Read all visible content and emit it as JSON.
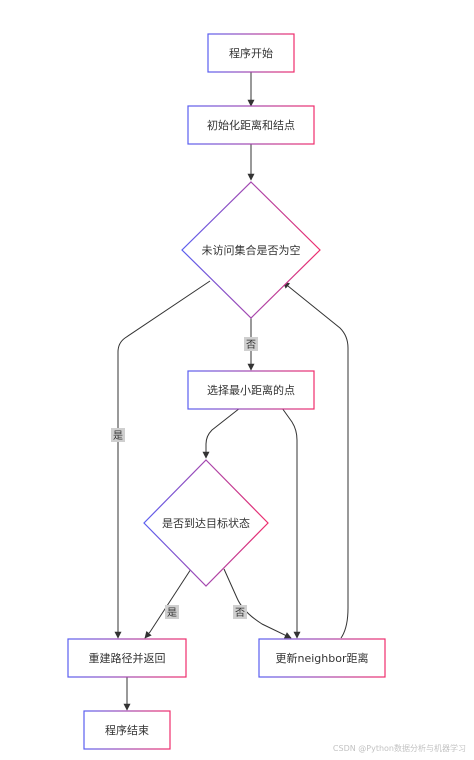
{
  "nodes": {
    "start": "程序开始",
    "init": "初始化距离和结点",
    "unvisited_check": "未访问集合是否为空",
    "select_min": "选择最小距离的点",
    "target_check": "是否到达目标状态",
    "rebuild_path": "重建路径并返回",
    "update_neighbor": "更新neighbor距离",
    "end": "程序结束"
  },
  "edge_labels": {
    "unvisited_no": "否",
    "unvisited_yes": "是",
    "target_yes": "是",
    "target_no": "否"
  },
  "watermark": "CSDN @Python数据分析与机器学习",
  "colors": {
    "border_blue": "#5a5ff0",
    "border_pink": "#ef2d6c",
    "edge": "#333333"
  }
}
